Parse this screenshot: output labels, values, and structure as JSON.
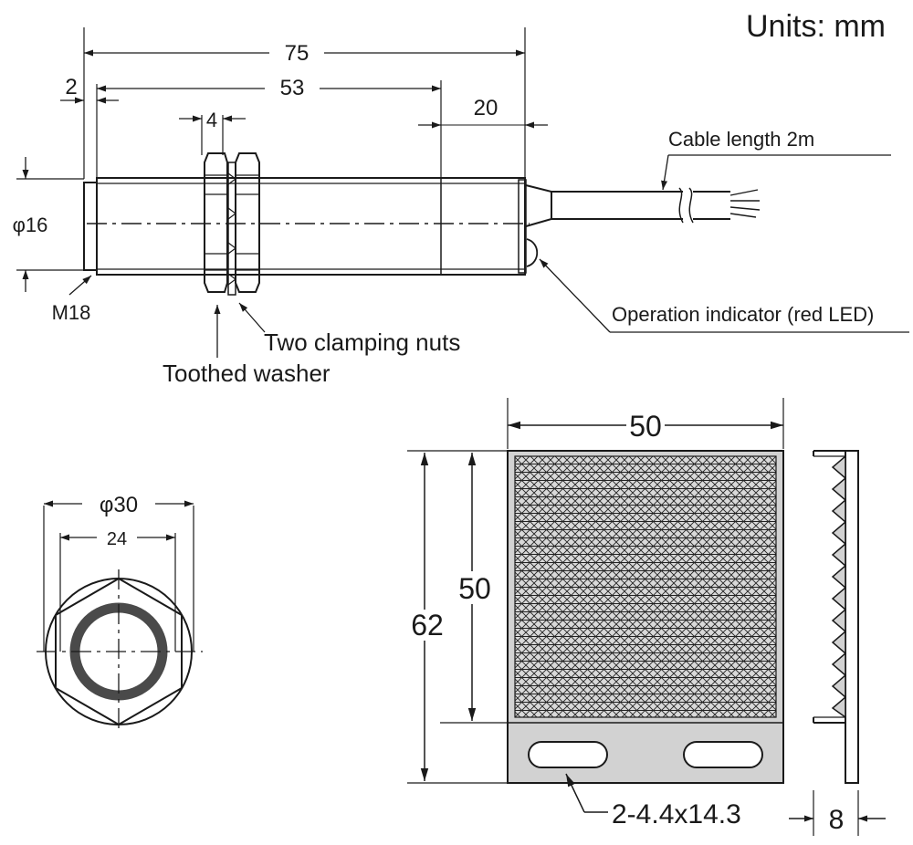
{
  "units": "Units: mm",
  "sensor": {
    "dims": {
      "total_length": "75",
      "thread_length": "53",
      "front_offset": "2",
      "nut_width": "4",
      "rear_length": "20",
      "diameter": "φ16",
      "thread": "M18"
    },
    "callouts": {
      "cable": "Cable length 2m",
      "indicator": "Operation indicator (red LED)",
      "nuts": "Two clamping nuts",
      "washer": "Toothed washer"
    }
  },
  "front_view": {
    "outer_diameter": "φ30",
    "inner": "24"
  },
  "reflector": {
    "width": "50",
    "height_total": "62",
    "height_reflective": "50",
    "mount_holes": "2-4.4x14.3",
    "thickness": "8"
  }
}
